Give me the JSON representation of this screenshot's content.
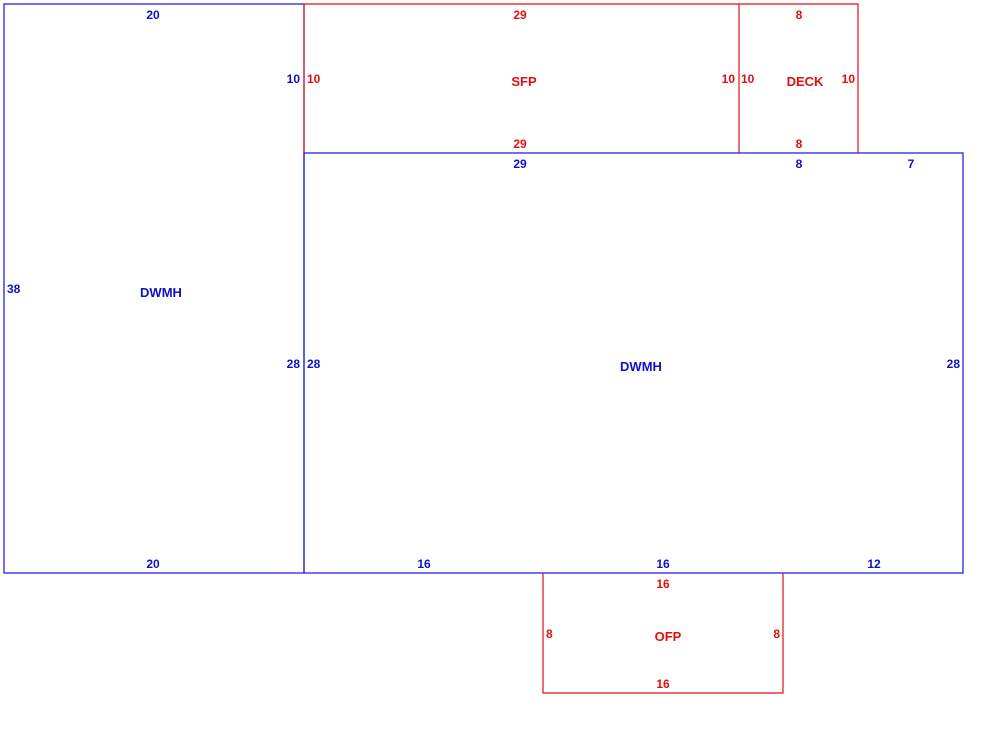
{
  "colors": {
    "dwelling": "#1010c8",
    "porch": "#e01010"
  },
  "areas": {
    "left_dwmh": {
      "name": "DWMH",
      "top": "20",
      "bottom": "20",
      "left": "38",
      "right_upper": "10",
      "right_lower": "28"
    },
    "sfp": {
      "name": "SFP",
      "top": "29",
      "bottom": "29",
      "left": "10",
      "right": "10"
    },
    "deck": {
      "name": "DECK",
      "top": "8",
      "bottom": "8",
      "left": "10",
      "right": "10"
    },
    "main_dwmh": {
      "name": "DWMH",
      "top_a": "29",
      "top_b": "8",
      "top_c": "7",
      "left": "28",
      "right": "28",
      "bottom_a": "16",
      "bottom_b": "16",
      "bottom_c": "12"
    },
    "ofp": {
      "name": "OFP",
      "top": "16",
      "bottom": "16",
      "left": "8",
      "right": "8"
    }
  }
}
